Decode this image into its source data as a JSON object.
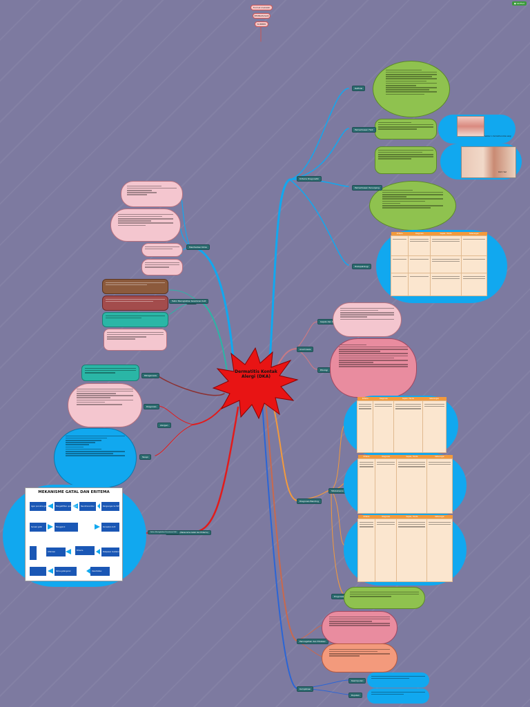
{
  "central": {
    "title": "Dermatitis Kontak Alergi (DKA)"
  },
  "top_badges": [
    "Format makalah",
    "PEMBAHASAN",
    "SUMBER"
  ],
  "corner_badge": "● Verified",
  "branches": {
    "definisi": "Definisi",
    "manifestasi_klinis": "Manifestasi Klinis",
    "faktor_risiko": "Faktor Meningkatkan Kerentanan Kulit",
    "fase": "Fase",
    "diagnosis": "Diagnosis",
    "pemeriksaan": "Pemeriksaan Fisik",
    "kriteria": "Kriteria Diagnostik",
    "penunjang": "Pemeriksaan Penunjang",
    "histopatologi": "Histopatologi",
    "anamnesis": "Anamnesis",
    "tatalaksana": "Tatalaksana",
    "terapi": "Terapi",
    "prognosis": "Prognosis",
    "gejala": "Gejala dan Keluhan",
    "etiologi": "Etiologi",
    "patogenesis": "Patogenesis",
    "alergen": "Alergen",
    "pencegahan": "Pencegahan dan Edukasi",
    "komplikasi": "Komplikasi",
    "diagnosis_banding": "Diagnosis Banding",
    "patofisiologi": "Patofisiologi (Mekanisme Gatal dan Eritema)",
    "kesimpulan": "Kesimpulan",
    "rujukan": "Rujukan"
  },
  "figure": {
    "title": "MEKANISME GATAL DAN ERITEMA",
    "boxes": [
      "Agen pencetus gatal",
      "Mengaktifkan ujung saraf",
      "Neurotransmiter",
      "Rangsangan ke SSP",
      "Sensasi gatal",
      "Menggaruk",
      "Kerusakan kulit",
      "Inflamasi",
      "Eritema",
      "Pelepasan mediator",
      "Siklus gatal-garuk",
      "Vasodilatasi"
    ]
  },
  "photo_captions": [
    "Gambar 1. Dermatitis kontak alergi",
    "Patch Test"
  ],
  "table_headers": [
    "Kriteria",
    "Diagnosis",
    "Gejala / Tanda",
    "Keterangan"
  ],
  "colors": {
    "background": "#7d7aa0",
    "green": "#8fc24f",
    "pink": "#f4c6cf",
    "blue": "#11a8ef",
    "orange": "#f39a3c",
    "red": "#e21b1b",
    "teal": "#2ab6a6",
    "brown": "#8c5a3c"
  }
}
